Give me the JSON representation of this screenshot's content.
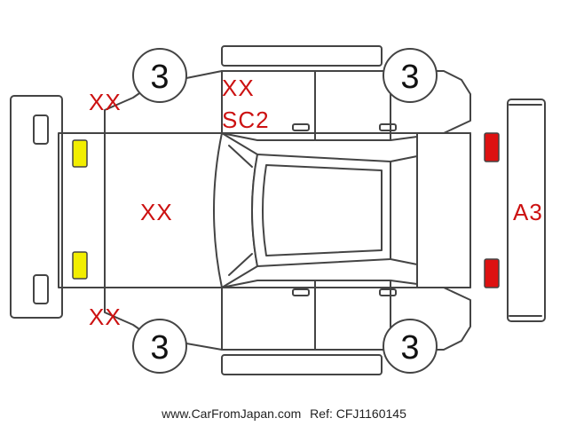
{
  "tires": {
    "front_left": "3",
    "front_right": "3",
    "rear_left": "3",
    "rear_right": "3"
  },
  "marks": {
    "front_bumper_upper_corner": "XX",
    "front_bumper_lower_corner": "XX",
    "windshield_area_line1": "XX",
    "windshield_area_line2": "SC2",
    "hood": "XX",
    "rear_bumper": "A3"
  },
  "footer": {
    "site": "www.CarFromJapan.com",
    "ref": "Ref: CFJ1160145"
  },
  "colors": {
    "outline": "#444444",
    "mark_text": "#cc1111",
    "headlight": "#f2ee00",
    "taillight": "#dd1111"
  }
}
